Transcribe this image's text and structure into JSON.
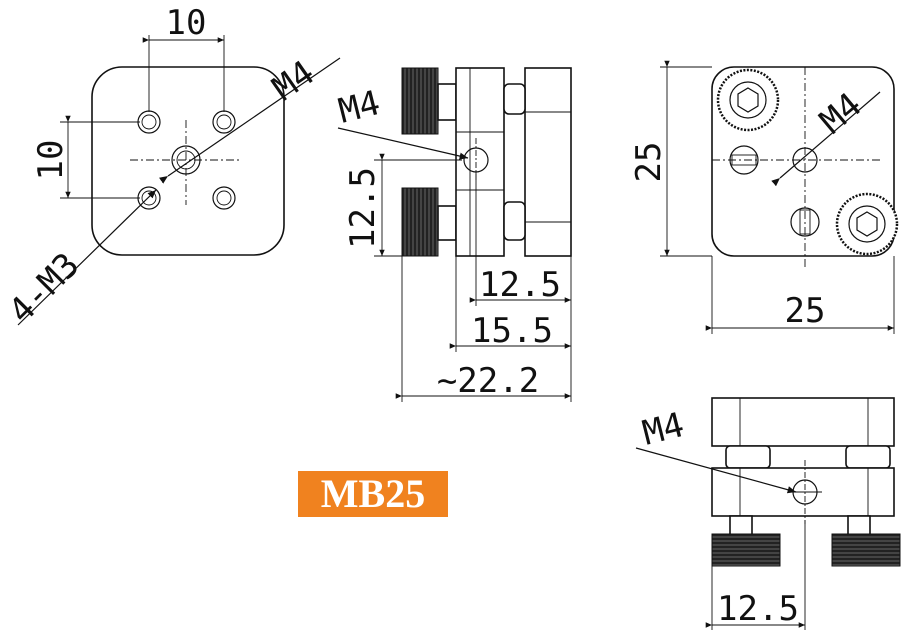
{
  "model": "MB25",
  "colors": {
    "label_bg": "#f0821f",
    "label_text": "#ffffff",
    "line": "#111111"
  },
  "front_view": {
    "dim_top": "10",
    "dim_left": "10",
    "thread_center": "M4",
    "holes": "4-M3"
  },
  "side_view": {
    "thread": "M4",
    "dim_height": "12.5",
    "dim_a": "12.5",
    "dim_b": "15.5",
    "dim_c": "~22.2"
  },
  "rear_view": {
    "dim_height": "25",
    "dim_width": "25",
    "thread": "M4"
  },
  "bottom_view": {
    "thread": "M4",
    "dim_width": "12.5"
  }
}
